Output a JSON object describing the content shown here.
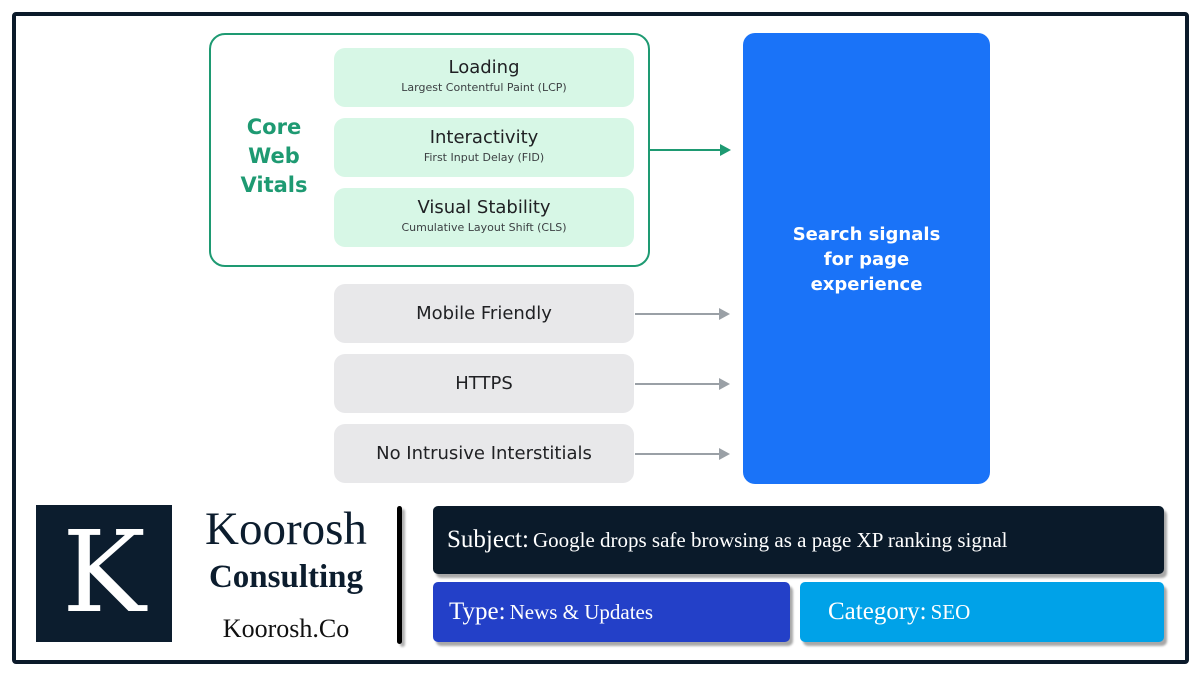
{
  "diagram": {
    "core_web_vitals": {
      "title": "Core Web Vitals",
      "metrics": [
        {
          "name": "Loading",
          "detail": "Largest Contentful Paint (LCP)"
        },
        {
          "name": "Interactivity",
          "detail": "First Input Delay (FID)"
        },
        {
          "name": "Visual Stability",
          "detail": "Cumulative Layout Shift (CLS)"
        }
      ]
    },
    "other_signals": [
      {
        "name": "Mobile Friendly"
      },
      {
        "name": "HTTPS"
      },
      {
        "name": "No Intrusive Interstitials"
      }
    ],
    "target": {
      "label": "Search signals for page experience"
    },
    "colors": {
      "cwv_green": "#1e9a72",
      "metric_fill": "#d7f7e6",
      "factor_fill": "#e8e8ea",
      "target_blue": "#1a73f8",
      "arrow_gray": "#9aa0a6"
    }
  },
  "footer": {
    "logo_letter": "K",
    "brand_name": "Koorosh",
    "brand_sub": "Consulting",
    "brand_url": "Koorosh.Co",
    "subject": {
      "key": "Subject:",
      "value": "Google drops safe browsing as a page XP ranking signal"
    },
    "type": {
      "key": "Type:",
      "value": "News & Updates"
    },
    "category": {
      "key": "Category:",
      "value": "SEO"
    },
    "colors": {
      "navy": "#0a1a2a",
      "type_blue": "#2340c8",
      "category_cyan": "#00a2e8"
    }
  }
}
